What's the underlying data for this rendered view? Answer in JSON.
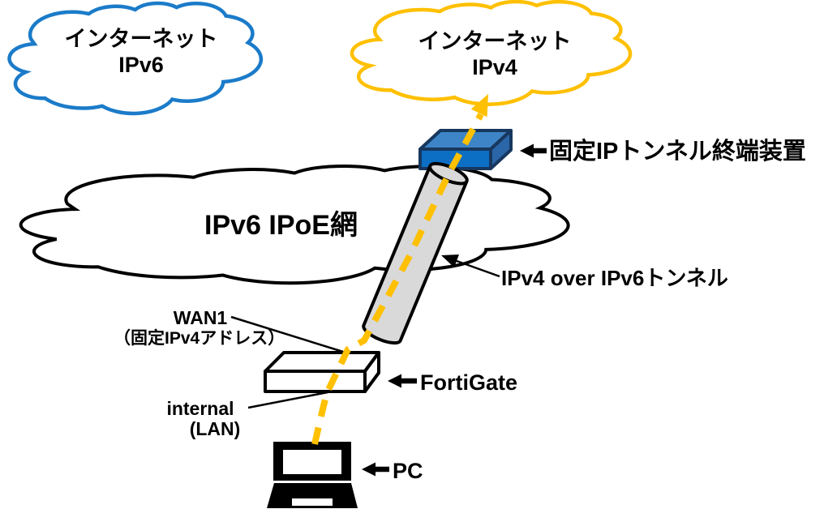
{
  "diagram": {
    "clouds": {
      "ipv6": {
        "line1": "インターネット",
        "line2": "IPv6",
        "stroke": "#1B7BC9"
      },
      "ipv4": {
        "line1": "インターネット",
        "line2": "IPv4",
        "stroke": "#FFC000"
      },
      "ipoe": {
        "label": "IPv6 IPoE網",
        "stroke": "#000000"
      }
    },
    "labels": {
      "tunnel_endpoint": "固定IPトンネル終端装置",
      "tunnel": "IPv4 over IPv6トンネル",
      "fortigate": "FortiGate",
      "pc": "PC",
      "wan1": "WAN1",
      "wan1_detail": "（固定IPv4アドレス）",
      "internal": "internal",
      "internal_detail": "(LAN)"
    },
    "colors": {
      "flow_dashed_line": "#FFC000",
      "ipv6_cloud_stroke": "#1B7BC9",
      "ipv4_cloud_stroke": "#FFC000",
      "ipoe_cloud_stroke": "#000000",
      "tunnel_fill": "#D9D9D9",
      "device_top": "#3D85C6",
      "device_front": "#0C6FC4",
      "device_side": "#2A66A8",
      "device_outline": "#17375E",
      "text": "#000000"
    }
  }
}
